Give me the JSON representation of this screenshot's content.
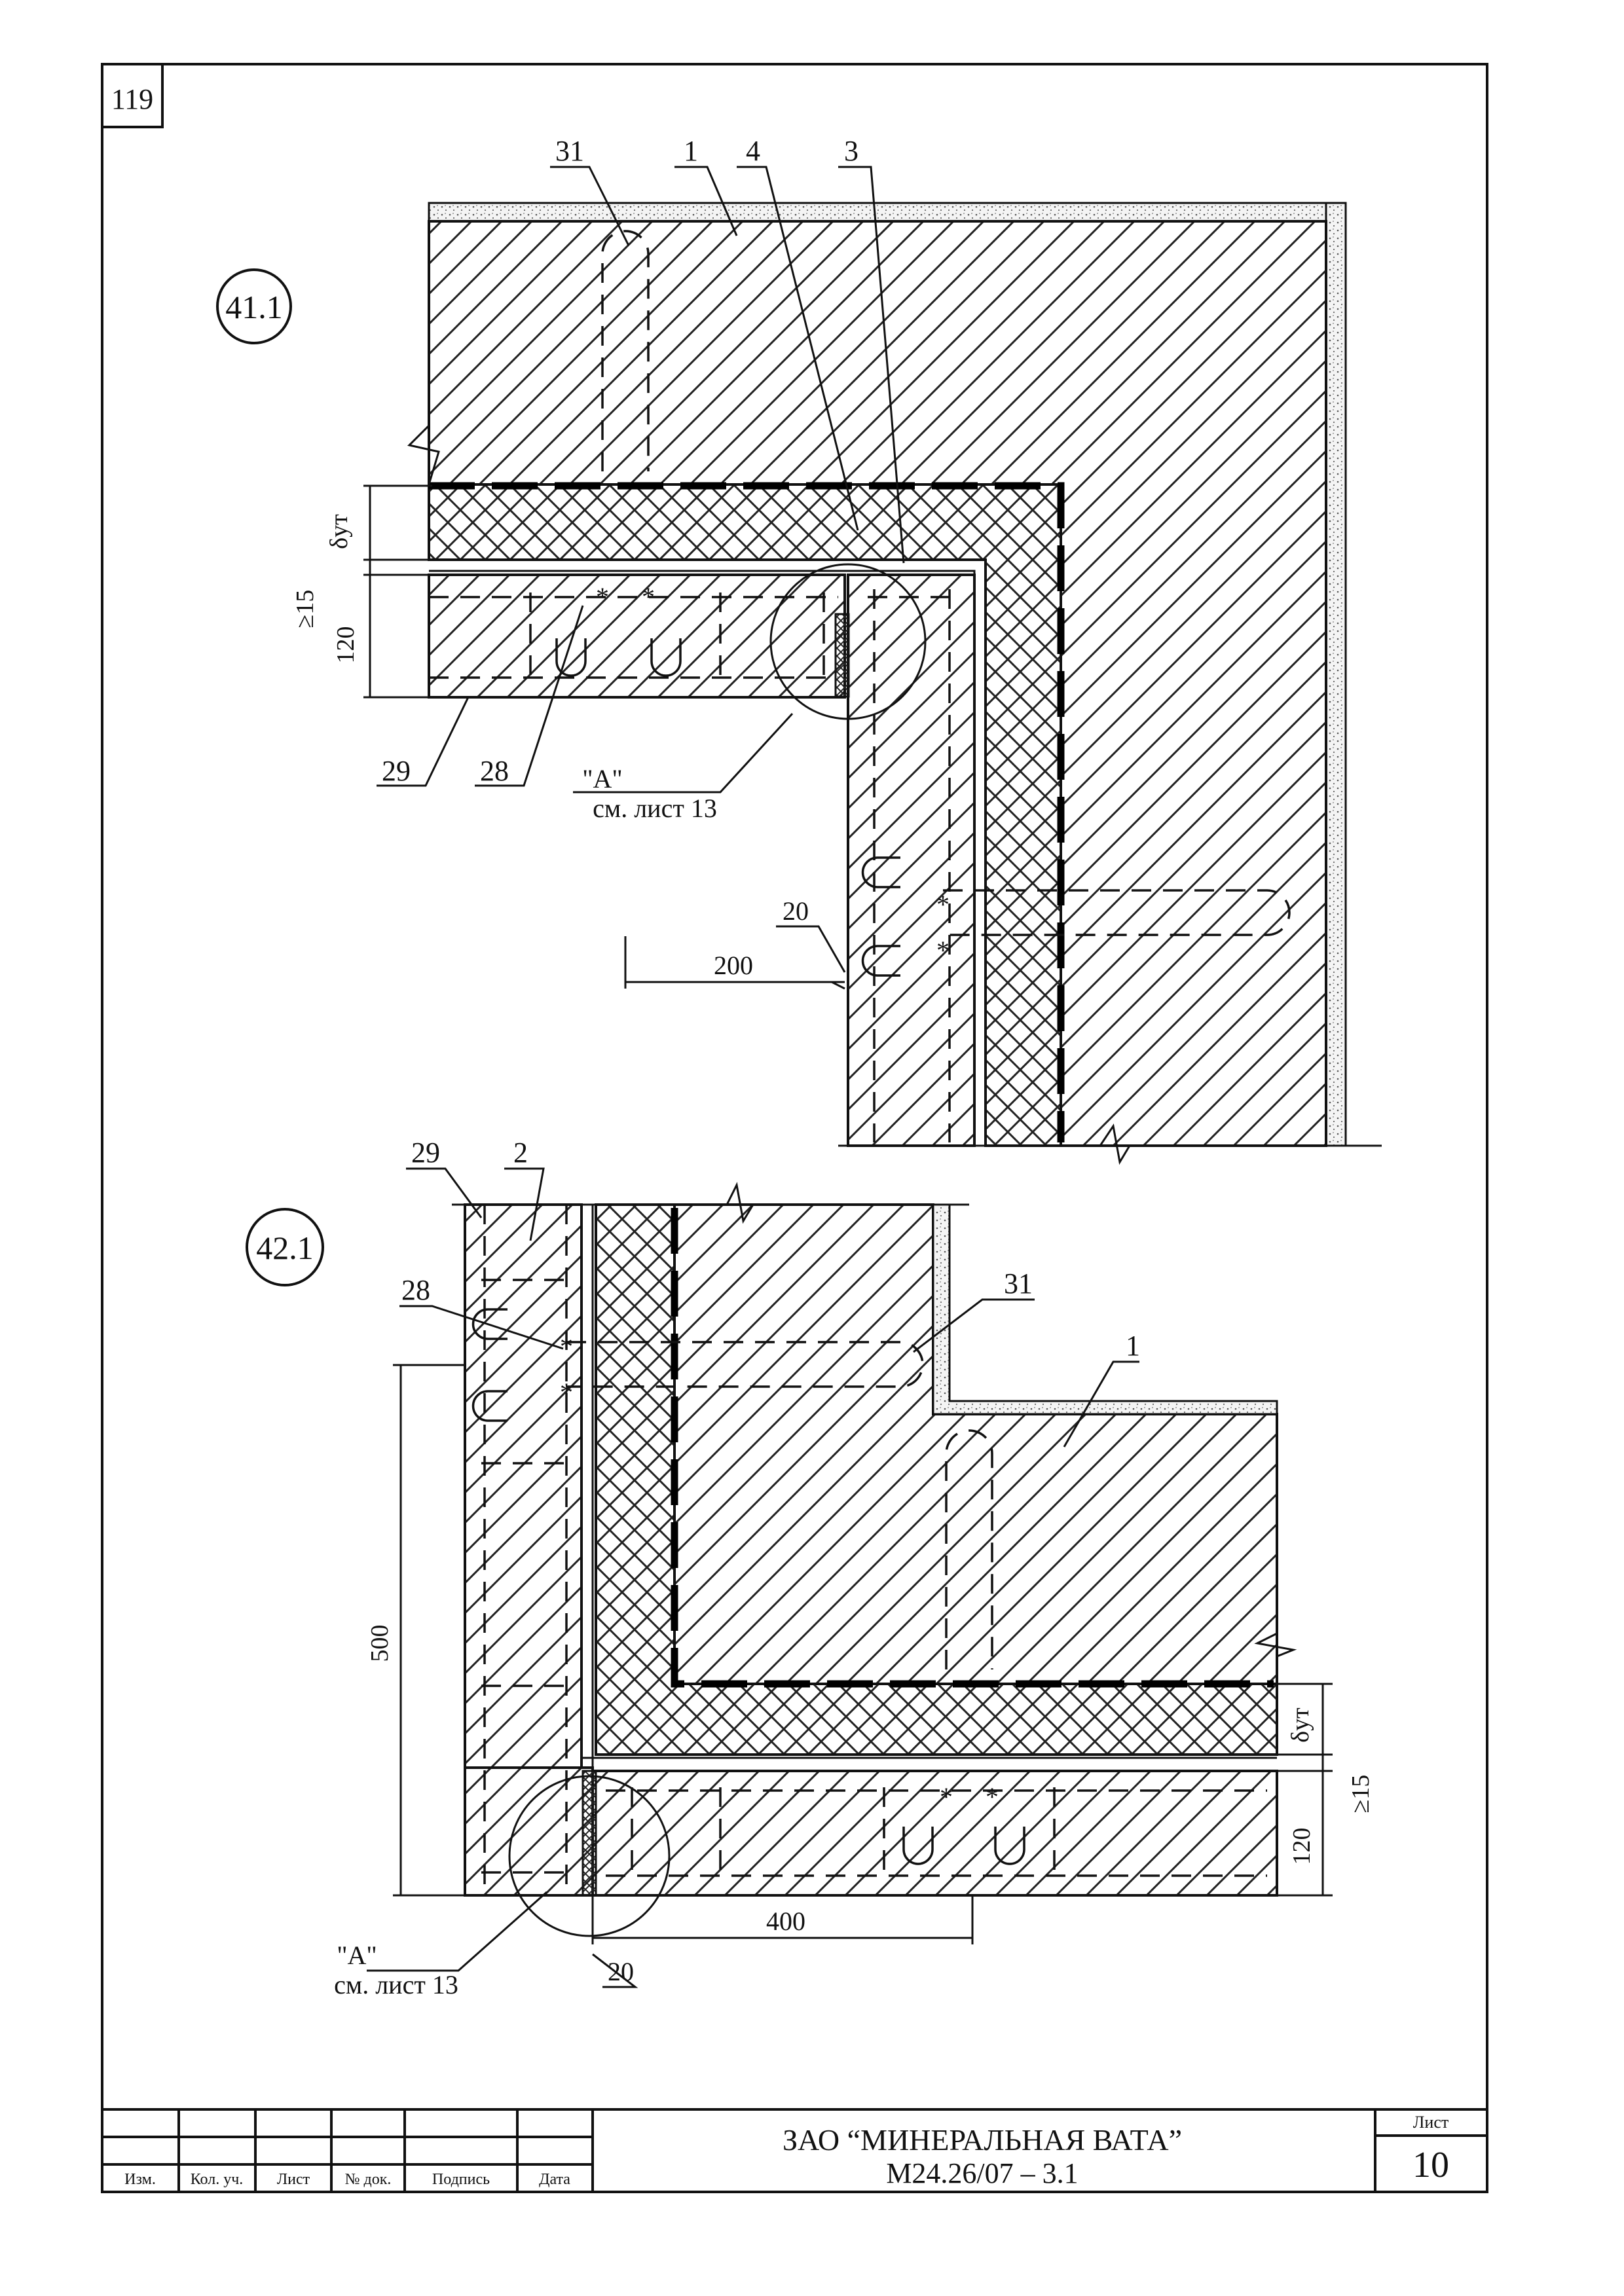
{
  "sheet_corner_number": "119",
  "details": [
    {
      "id": "41.1",
      "labels": {
        "l31": "31",
        "l1": "1",
        "l4": "4",
        "l3": "3",
        "l29": "29",
        "l28": "28",
        "l20": "20"
      },
      "dims": {
        "delta": "δут",
        "ge15": "≥15",
        "h120": "120",
        "d200": "200"
      },
      "callout": {
        "name": "\"А\"",
        "ref": "см. лист 13"
      }
    },
    {
      "id": "42.1",
      "labels": {
        "l29": "29",
        "l2": "2",
        "l28": "28",
        "l31": "31",
        "l1": "1",
        "l20": "20"
      },
      "dims": {
        "d500": "500",
        "delta": "δут",
        "ge15": "≥15",
        "h120": "120",
        "d400": "400"
      },
      "callout": {
        "name": "\"А\"",
        "ref": "см. лист 13"
      }
    }
  ],
  "title_block": {
    "columns": [
      "Изм.",
      "Кол. уч.",
      "Лист",
      "№ док.",
      "Подпись",
      "Дата"
    ],
    "company": "ЗАО “МИНЕРАЛЬНАЯ ВАТА”",
    "doc_code": "М24.26/07 – 3.1",
    "sheet_label": "Лист",
    "sheet_number": "10"
  }
}
